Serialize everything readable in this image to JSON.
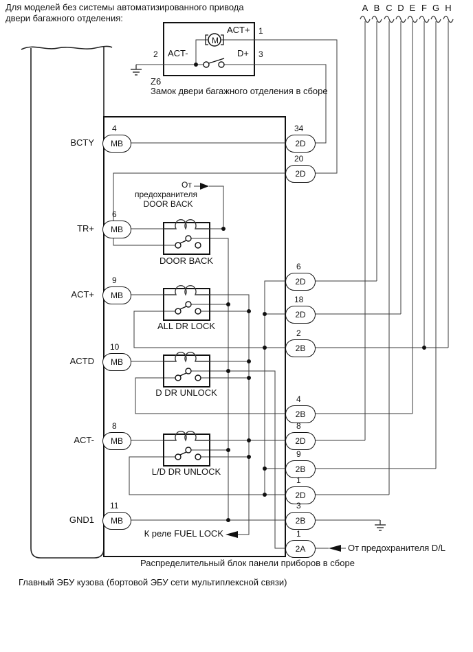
{
  "header": {
    "line1": "Для моделей без системы автоматизированного привода",
    "line2": "двери багажного отделения:"
  },
  "branch_letters": [
    "A",
    "B",
    "C",
    "D",
    "E",
    "F",
    "G",
    "H"
  ],
  "z6": {
    "id": "Z6",
    "name": "Замок двери багажного отделения в сборе",
    "motor_label": "M",
    "pin_act_plus": "ACT+",
    "pin_act_minus": "ACT-",
    "pin_d_plus": "D+",
    "pin1": "1",
    "pin2": "2",
    "pin3": "3"
  },
  "fuse_door_back_note": {
    "line1": "От",
    "line2": "предохранителя",
    "line3": "DOOR BACK"
  },
  "relays": [
    {
      "name": "DOOR BACK"
    },
    {
      "name": "ALL DR LOCK"
    },
    {
      "name": "D DR UNLOCK"
    },
    {
      "name": "L/D DR UNLOCK"
    }
  ],
  "left_connector": {
    "label": "MB",
    "pins": [
      {
        "signal": "BCTY",
        "pin": "4"
      },
      {
        "signal": "TR+",
        "pin": "6"
      },
      {
        "signal": "ACT+",
        "pin": "9"
      },
      {
        "signal": "ACTD",
        "pin": "10"
      },
      {
        "signal": "ACT-",
        "pin": "8"
      },
      {
        "signal": "GND1",
        "pin": "11"
      }
    ]
  },
  "right_connector": {
    "pins": [
      {
        "label": "2D",
        "pin": "34"
      },
      {
        "label": "2D",
        "pin": "20"
      },
      {
        "label": "2D",
        "pin": "6"
      },
      {
        "label": "2D",
        "pin": "18"
      },
      {
        "label": "2B",
        "pin": "2"
      },
      {
        "label": "2B",
        "pin": "4"
      },
      {
        "label": "2D",
        "pin": "8"
      },
      {
        "label": "2B",
        "pin": "9"
      },
      {
        "label": "2D",
        "pin": "1"
      },
      {
        "label": "2B",
        "pin": "3"
      },
      {
        "label": "2A",
        "pin": "1"
      }
    ]
  },
  "notes": {
    "fuel_lock": "К реле FUEL LOCK",
    "fuse_dl": "От предохранителя D/L",
    "block_caption": "Распределительный блок панели приборов в сборе",
    "ecu_caption": "Главный ЭБУ кузова (бортовой ЭБУ сети мультиплексной связи)"
  },
  "colors": {
    "line": "#1a1a1a",
    "background": "#ffffff"
  }
}
